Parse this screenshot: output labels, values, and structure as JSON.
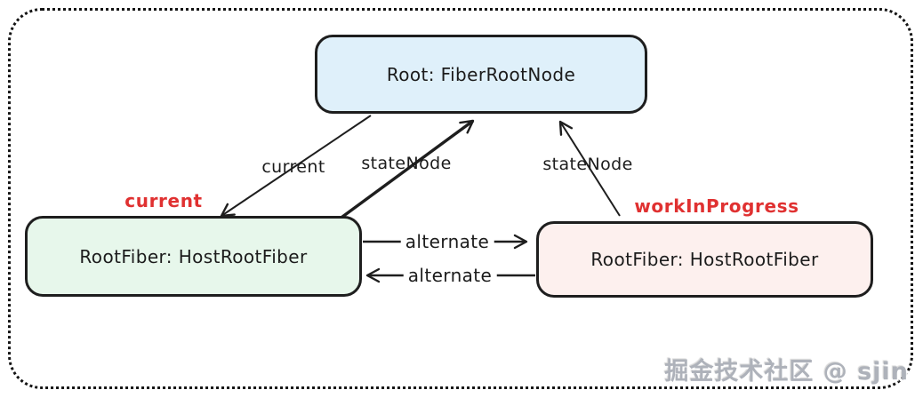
{
  "diagram": {
    "nodes": {
      "root": {
        "label": "Root: FiberRootNode",
        "fill": "#dff0fa"
      },
      "current_fiber": {
        "label": "RootFiber: HostRootFiber",
        "fill": "#e7f7eb"
      },
      "wip_fiber": {
        "label": "RootFiber: HostRootFiber",
        "fill": "#fdf0ee"
      }
    },
    "edges": {
      "current": {
        "label": "current",
        "from": "root",
        "to": "current_fiber"
      },
      "state_node_left": {
        "label": "stateNode",
        "from": "current_fiber",
        "to": "root"
      },
      "state_node_right": {
        "label": "stateNode",
        "from": "wip_fiber",
        "to": "root"
      },
      "alternate_ltr": {
        "label": "alternate",
        "from": "current_fiber",
        "to": "wip_fiber"
      },
      "alternate_rtl": {
        "label": "alternate",
        "from": "wip_fiber",
        "to": "current_fiber"
      }
    },
    "annotations": {
      "current": {
        "label": "current"
      },
      "work_in_progress": {
        "label": "workInProgress"
      }
    },
    "colors": {
      "stroke": "#1e1e1e",
      "annotation_red": "#e03131",
      "root_fill": "#dff0fa",
      "current_fill": "#e7f7eb",
      "wip_fill": "#fdf0ee",
      "watermark_gray": "#aeb2ba"
    }
  },
  "watermark": {
    "text": "掘金技术社区 @ sjin"
  }
}
